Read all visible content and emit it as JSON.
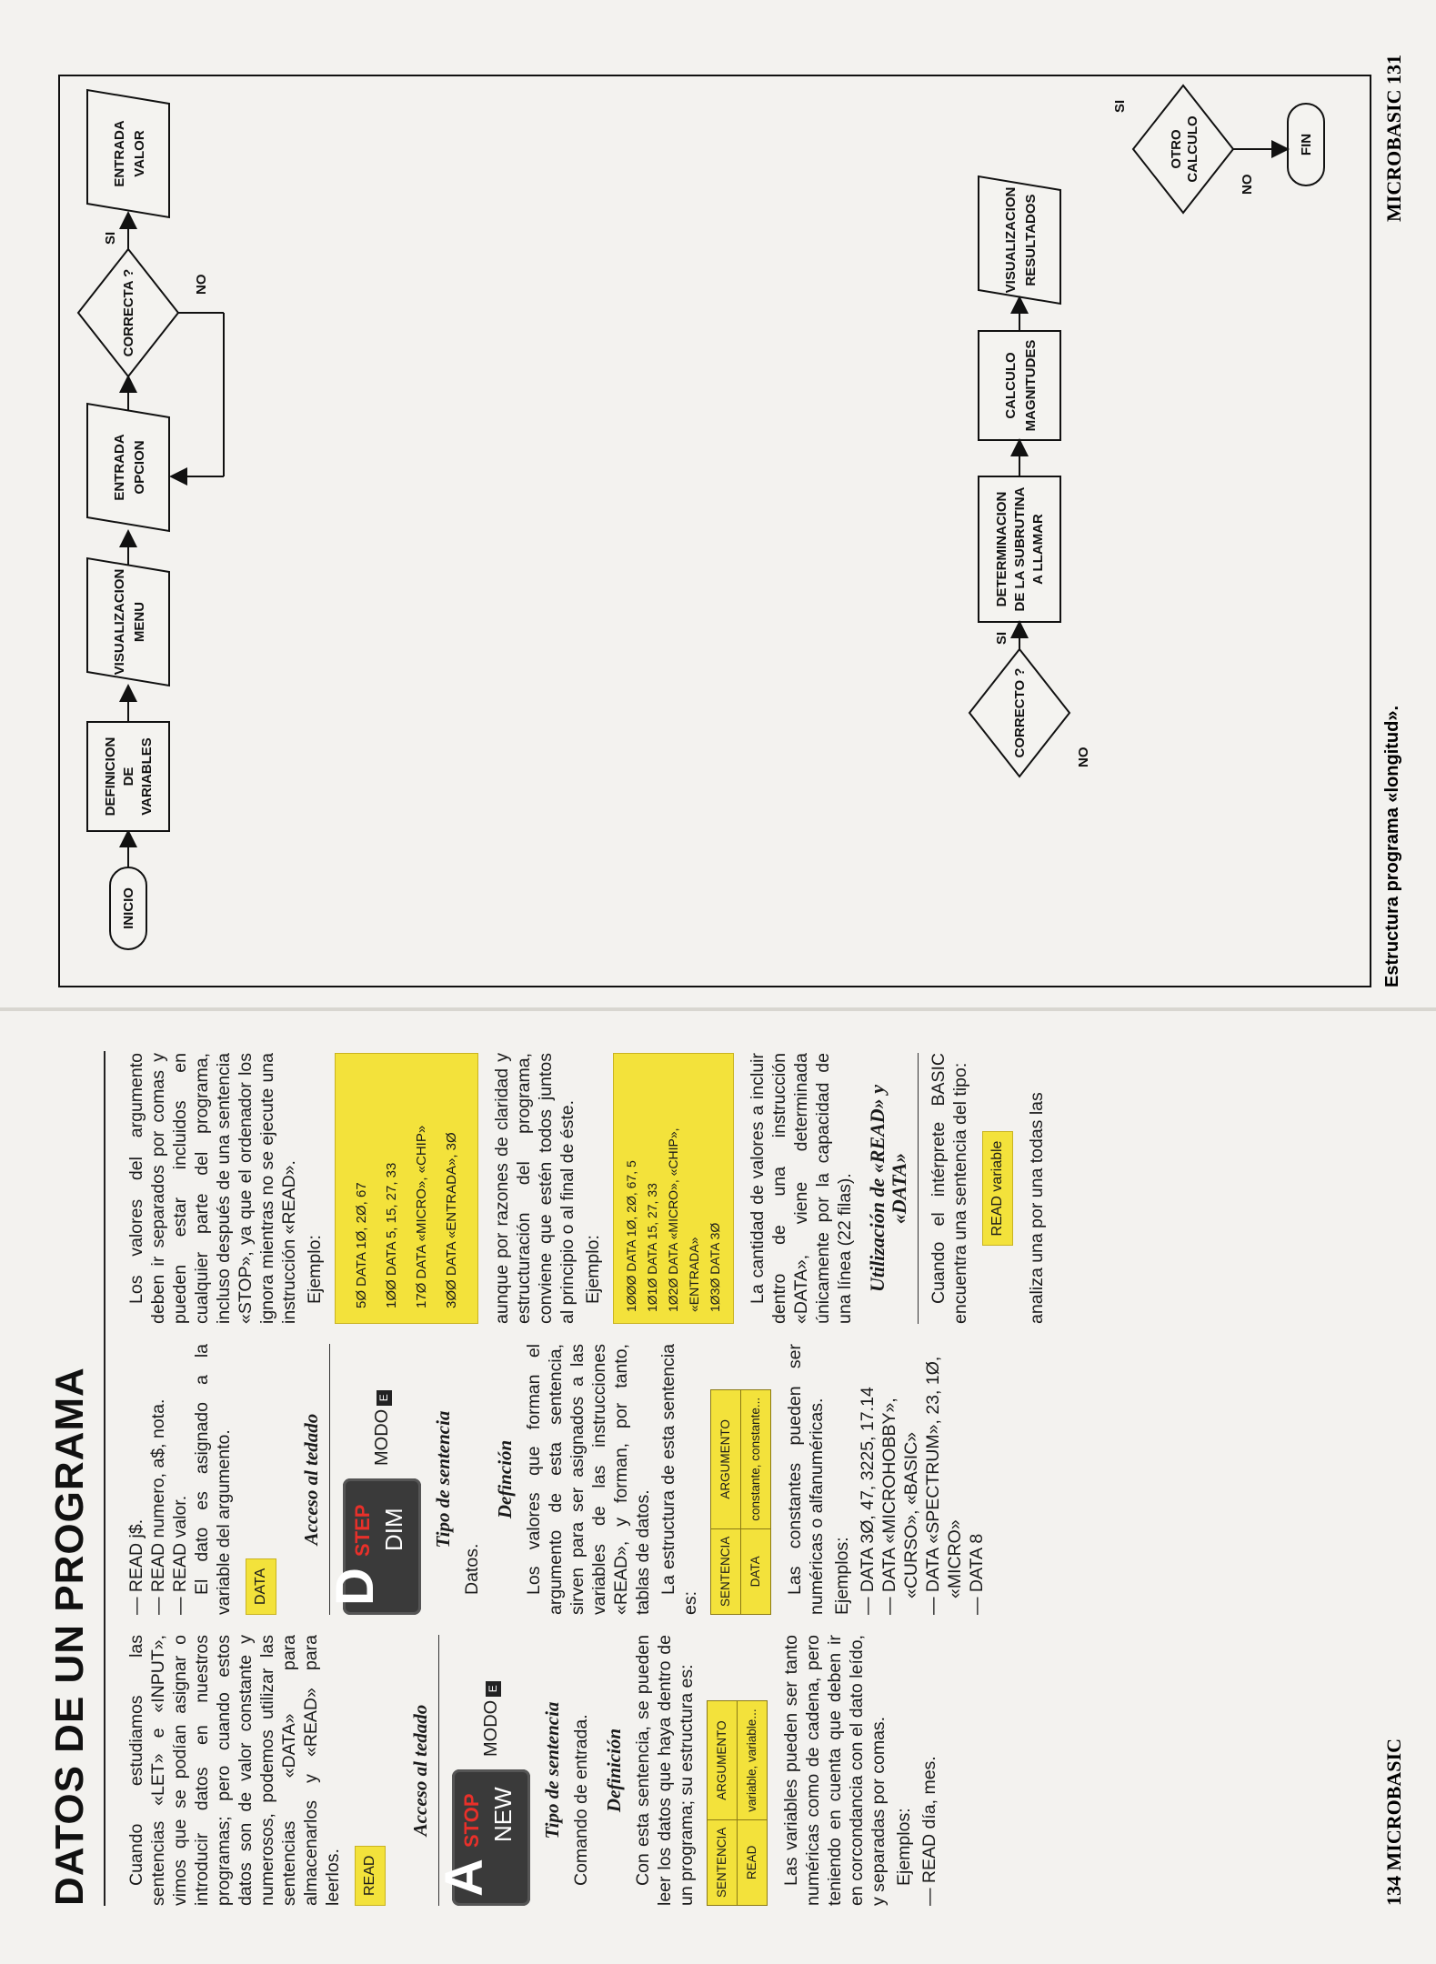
{
  "left": {
    "title": "DATOS DE UN PROGRAMA",
    "read_intro": "Cuando estudiamos las sentencias «LET» e «INPUT», vimos que se podían asignar o introducir datos en nuestros programas; pero cuando estos datos son de valor constante y numerosos, podemos utilizar las sentencias «DATA» para almacenarlos y «READ» para leerlos.",
    "read_keyword": "READ",
    "acceso_tedado": "Acceso al tedado",
    "read_key": {
      "letter": "A",
      "red": "STOP",
      "sub": "NEW"
    },
    "modo_label": "MODO",
    "modo_box": "E",
    "tipo_sentencia": "Tipo de sentencia",
    "read_tipo": "Comando de entrada.",
    "definicion_read": "Definición",
    "read_def": "Con esta sentencia, se pueden leer los datos que haya dentro de un programa; su estructura es:",
    "table_head": [
      "SENTENCIA",
      "ARGUMENTO"
    ],
    "read_table_row": [
      "READ",
      "variable, variable..."
    ],
    "read_vars": "Las variables pueden ser tanto numéricas como de cadena, pero teniendo en cuenta que deben ir en corcondancia con el dato leído, y separadas por comas.",
    "ejemplos": "Ejemplos:",
    "read_examples": [
      "— READ día, mes.",
      "— READ j$.",
      "— READ numero, a$, nota.",
      "— READ valor."
    ],
    "read_assign": "El dato es asignado a la variable del argumento.",
    "data_keyword": "DATA",
    "data_key": {
      "letter": "D",
      "red": "STEP",
      "sub": "DIM"
    },
    "data_tipo": "Datos.",
    "definicion_data": "Definción",
    "data_def": "Los valores que forman el argumento de esta sentencia, sirven para ser asignados a las variables de las instrucciones «READ», y forman, por tanto, tablas de datos.",
    "data_struct": "La estructura de esta sentencia es:",
    "data_table_row": [
      "DATA",
      "constante, constante..."
    ],
    "data_consts": "Las constantes pueden ser numéricas o alfanuméricas.",
    "data_examples": [
      "— DATA 3Ø, 47, 3225, 17.14",
      "— DATA «MICROHOBBY», «CURSO», «BASIC»",
      "— DATA «SPECTRUM», 23, 1Ø, «MICRO»",
      "— DATA 8"
    ],
    "data_values": "Los valores del argumento deben ir separados por comas y pueden estar incluidos en cualquier parte del programa, incluso después de una sentencia «STOP», ya que el ordenador los ignora mientras no se ejecute una instrucción «READ».",
    "ejemplo": "Ejemplo:",
    "code1": [
      "5Ø DATA 1Ø, 2Ø, 67",
      "1ØØ DATA 5, 15, 27, 33",
      "17Ø DATA «MICRO», «CHIP»",
      "3ØØ DATA «ENTRADA», 3Ø"
    ],
    "data_order": "aunque por razones de claridad y estructuración del programa, conviene que estén todos juntos al principio o al final de éste.",
    "code2": [
      "1ØØØ DATA 1Ø, 2Ø, 67, 5",
      "1Ø1Ø DATA 15, 27, 33",
      "1Ø2Ø DATA «MICRO», «CHIP», «ENTRADA»",
      "1Ø3Ø DATA 3Ø"
    ],
    "data_amount": "La cantidad de valores a incluir dentro de una instrucción «DATA», viene determinada únicamente por la capacidad de una línea (22 filas).",
    "util_title": "Utilización de «READ» y «DATA»",
    "util_text": "Cuando el intérprete BASIC encuentra una sentencia del tipo:",
    "read_variable": "READ variable",
    "util_end": "analiza una por una todas las",
    "footer": "134 MICROBASIC"
  },
  "right": {
    "flow": {
      "inicio": "INICIO",
      "def_vars": [
        "DEFINICION",
        "DE",
        "VARIABLES"
      ],
      "vis_menu": [
        "VISUALIZACION",
        "MENU"
      ],
      "entrada_opcion": [
        "ENTRADA",
        "OPCION"
      ],
      "correcta": "CORRECTA ?",
      "entrada_valor": [
        "ENTRADA",
        "VALOR"
      ],
      "correcto": "CORRECTO ?",
      "determinacion": [
        "DETERMINACION",
        "DE LA SUBRUTINA",
        "A LLAMAR"
      ],
      "calculo": [
        "CALCULO",
        "MAGNITUDES"
      ],
      "vis_result": [
        "VISUALIZACION",
        "RESULTADOS"
      ],
      "otro_calculo": [
        "OTRO",
        "CALCULO"
      ],
      "fin": "FIN",
      "si": "SI",
      "no": "NO"
    },
    "caption": "Estructura programa «longitud».",
    "footer": "MICROBASIC 131"
  }
}
